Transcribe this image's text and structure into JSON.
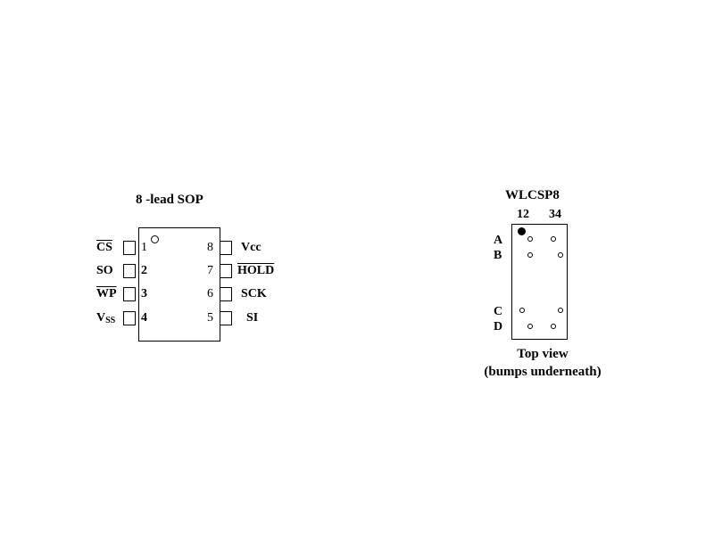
{
  "sop": {
    "title": "8 -lead SOP",
    "left_pins": [
      {
        "name": "CS",
        "num": "1",
        "overline": true,
        "sub": ""
      },
      {
        "name": "SO",
        "num": "2",
        "overline": false,
        "sub": ""
      },
      {
        "name": "WP",
        "num": "3",
        "overline": true,
        "sub": ""
      },
      {
        "name": "V",
        "num": "4",
        "overline": false,
        "sub": "SS"
      }
    ],
    "right_pins": [
      {
        "name": "Vcc",
        "num": "8",
        "overline": false
      },
      {
        "name": "HOLD",
        "num": "7",
        "overline": true
      },
      {
        "name": "SCK",
        "num": "6",
        "overline": false
      },
      {
        "name": "SI",
        "num": "5",
        "overline": false
      }
    ]
  },
  "wlcsp": {
    "title": "WLCSP8",
    "col_labels": [
      "12",
      "34"
    ],
    "row_labels": [
      "A",
      "B",
      "C",
      "D"
    ],
    "caption_line1": "Top view",
    "caption_line2": "(bumps underneath)"
  }
}
